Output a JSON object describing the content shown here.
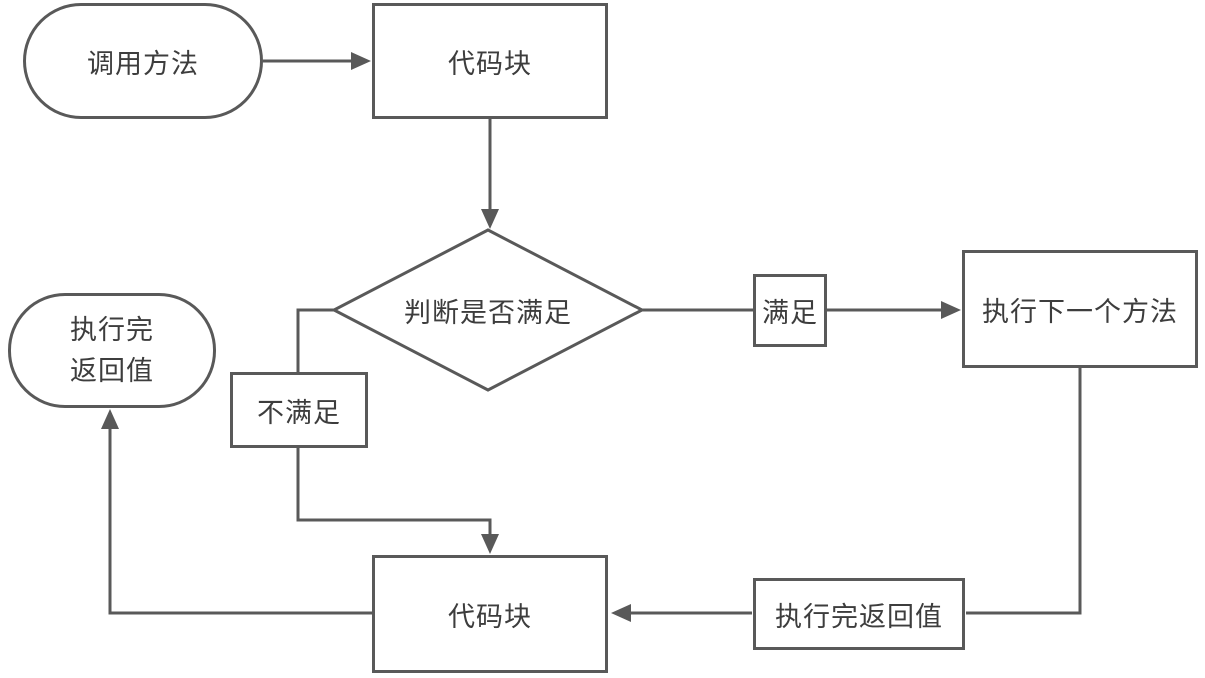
{
  "diagram": {
    "type": "flowchart",
    "background_color": "#ffffff",
    "stroke_color": "#595959",
    "text_color": "#3d3d3d",
    "nodes": {
      "start": {
        "shape": "stadium",
        "label": "调用方法"
      },
      "code_block_top": {
        "shape": "rect",
        "label": "代码块"
      },
      "decision": {
        "shape": "diamond",
        "label": "判断是否满足"
      },
      "exec_next": {
        "shape": "rect",
        "label": "执行下一个方法"
      },
      "code_block_bottom": {
        "shape": "rect",
        "label": "代码块"
      },
      "end": {
        "shape": "stadium",
        "label_lines": [
          "执行完",
          "返回值"
        ]
      }
    },
    "edges": [
      {
        "from": "start",
        "to": "code_block_top",
        "label": ""
      },
      {
        "from": "code_block_top",
        "to": "decision",
        "label": ""
      },
      {
        "from": "decision",
        "to": "exec_next",
        "label": "满足"
      },
      {
        "from": "decision",
        "to": "code_block_bottom",
        "label": "不满足"
      },
      {
        "from": "exec_next",
        "to": "code_block_bottom",
        "label": "执行完返回值"
      },
      {
        "from": "code_block_bottom",
        "to": "end",
        "label": ""
      }
    ]
  }
}
